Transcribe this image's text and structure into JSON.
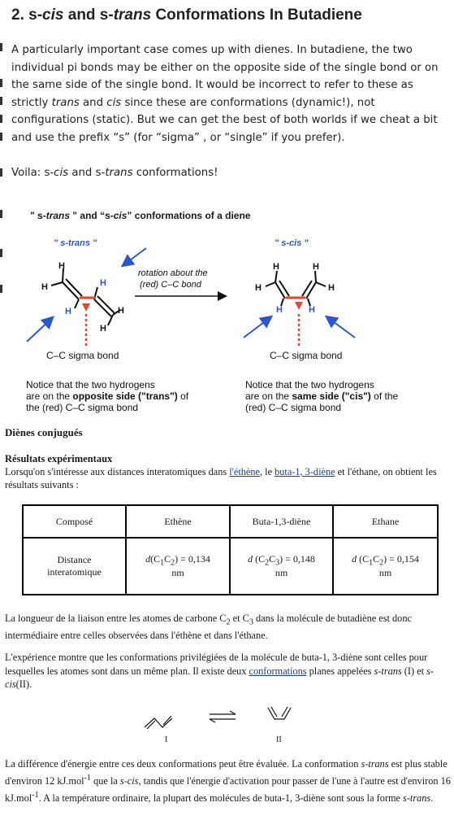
{
  "heading": {
    "num": "2.",
    "w1": "s-",
    "i1": "cis",
    "w2": " and s-",
    "i2": "trans",
    "w3": " Conformations In Butadiene"
  },
  "intro": {
    "t1": "A particularly important case comes up with dienes. In butadiene, the two individual pi bonds may be either on the opposite side of the single bond or on the same side of the single bond. It would be incorrect to refer to these as strictly ",
    "i1": "trans",
    "t2": " and ",
    "i2": "cis",
    "t3": " since these are conformations (dynamic!), not configurations (static). But we can get the best of both worlds if we cheat a bit and use the prefix “s” (for “sigma” , or “single” if you prefer)."
  },
  "voila": {
    "t1": "Voila: s-",
    "i1": "cis",
    "t2": " and s-",
    "i2": "trans",
    "t3": "  conformations!"
  },
  "figure": {
    "title_1": "\" s-",
    "title_i1": "trans",
    "title_2": " \" and “s-",
    "title_i2": "cis",
    "title_3": "” conformations of a diene",
    "strans_label": "\" s-trans \"",
    "scis_label": "\" s-cis \"",
    "arrow_line1": "rotation about the",
    "arrow_line2": "(red) C–C bond",
    "atom_H": "H",
    "sigma_left": "C–C sigma bond",
    "sigma_right": "C–C sigma bond",
    "note_left_1": "Notice that the two hydrogens",
    "note_left_2a": "are on the ",
    "note_left_2b": "opposite side (\"trans\")",
    "note_left_2c": " of",
    "note_left_3": "the (red) C–C sigma bond",
    "note_right_1": "Notice that the two hydrogens",
    "note_right_2a": "are on the ",
    "note_right_2b": "same side (\"cis\")",
    "note_right_2c": " of the",
    "note_right_3": "(red) C–C sigma bond"
  },
  "french": {
    "h1": "Diènes conjugués",
    "h2": "Résultats expérimentaux",
    "p1a": "Lorsqu'on s'intéresse aux distances interatomiques dans ",
    "p1_link1": "l'éthène",
    "p1b": ", le ",
    "p1_link2": "buta-1, 3-diène",
    "p1c": " et l'éthane, on obtient les résultats suivants :",
    "table": {
      "headers": [
        "Composé",
        "Ethène",
        "Buta-1,3-diène",
        "Ethane"
      ],
      "row_label_1": "Distance",
      "row_label_2": "interatomique",
      "cells": [
        {
          "d": "d",
          "a": "(C",
          "s1": "1",
          "m": "C",
          "s2": "2",
          "v": ") = 0,134",
          "u": "nm"
        },
        {
          "d": "d",
          "a": " (C",
          "s1": "2",
          "m": "C",
          "s2": "3",
          "v": ") = 0,148",
          "u": "nm"
        },
        {
          "d": "d",
          "a": " (C",
          "s1": "1",
          "m": "C",
          "s2": "2",
          "v": ") = 0,154",
          "u": "nm"
        }
      ]
    },
    "p2a": "La longueur de la liaison entre les atomes de carbone C",
    "p2s1": "2",
    "p2b": " et C",
    "p2s2": "3",
    "p2c": " dans la molécule de butadiène est donc intermédiaire entre celles observées dans l'éthène et dans l'éthane.",
    "p3a": "L'expérience montre que les conformations privilégiées de la molécule de buta-1, 3-diène sont celles pour lesquelles les atomes sont dans un même plan. Il existe deux ",
    "p3_link": "conformations",
    "p3b": " planes appelées ",
    "p3_i1": "s-trans",
    "p3c": " (I) et ",
    "p3_i2": "s-cis",
    "p3d": "(II).",
    "label_I": "I",
    "label_II": "II",
    "p4a": "La différence d'énergie entre ces deux conformations peut être évaluée. La conformation ",
    "p4_i1": "s-trans",
    "p4b": " est plus stable d'environ 12 kJ.mol",
    "p4_sup1": "-1",
    "p4c": " que la ",
    "p4_i2": "s-cis",
    "p4d": ", tandis que l'énergie d'activation pour passer de l'une à l'autre est d'environ 16 kJ.mol",
    "p4_sup2": "-1",
    "p4e": ". A la température ordinaire, la plupart des molécules de buta-1, 3-diène sont sous la forme ",
    "p4_i3": "s-trans",
    "p4f": "."
  },
  "colors": {
    "link": "#1a3e9e",
    "arrow_blue": "#2a56d6",
    "red_bond": "#e8452c",
    "text": "#222222"
  }
}
